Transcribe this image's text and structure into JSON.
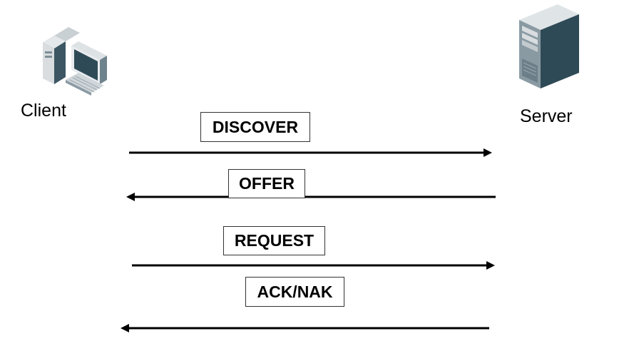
{
  "nodes": {
    "client": {
      "label": "Client",
      "icon": "desktop-computer-icon"
    },
    "server": {
      "label": "Server",
      "icon": "tower-server-icon"
    }
  },
  "messages": [
    {
      "label": "DISCOVER",
      "direction": "client-to-server"
    },
    {
      "label": "OFFER",
      "direction": "server-to-client"
    },
    {
      "label": "REQUEST",
      "direction": "client-to-server"
    },
    {
      "label": "ACK/NAK",
      "direction": "server-to-client"
    }
  ],
  "colors": {
    "arrow": "#000000",
    "box_border": "#333333",
    "icon_body": "#2f4a57",
    "icon_light": "#d9dde0",
    "icon_mid": "#8a9aa3"
  }
}
